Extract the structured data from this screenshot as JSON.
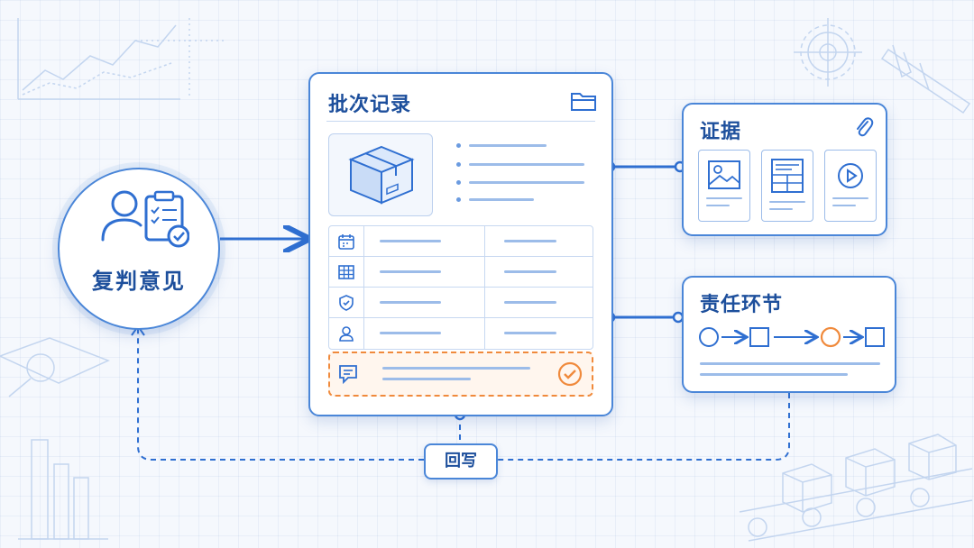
{
  "colors": {
    "primary": "#2f6fd1",
    "dark": "#1d4f9c",
    "line": "#9cbce9",
    "accent": "#f08a3c"
  },
  "nodes": {
    "review_opinion": {
      "label": "复判意见",
      "icon": "user-clipboard-check-icon"
    },
    "batch_record": {
      "title": "批次记录",
      "header_icon": "folder-icon",
      "image_icon": "package-box-icon",
      "row_icons": [
        "calendar-icon",
        "grid-table-icon",
        "shield-check-icon",
        "user-icon"
      ],
      "highlight_row_icons": [
        "comment-icon",
        "check-circle-icon"
      ]
    },
    "evidence": {
      "title": "证据",
      "header_icon": "paperclip-icon",
      "doc_icons": [
        "image-doc-icon",
        "spreadsheet-doc-icon",
        "video-doc-icon"
      ]
    },
    "responsibility": {
      "title": "责任环节",
      "flow": [
        "circle",
        "square",
        "circle-accent",
        "square"
      ]
    }
  },
  "edges": {
    "writeback": {
      "label": "回写"
    }
  }
}
